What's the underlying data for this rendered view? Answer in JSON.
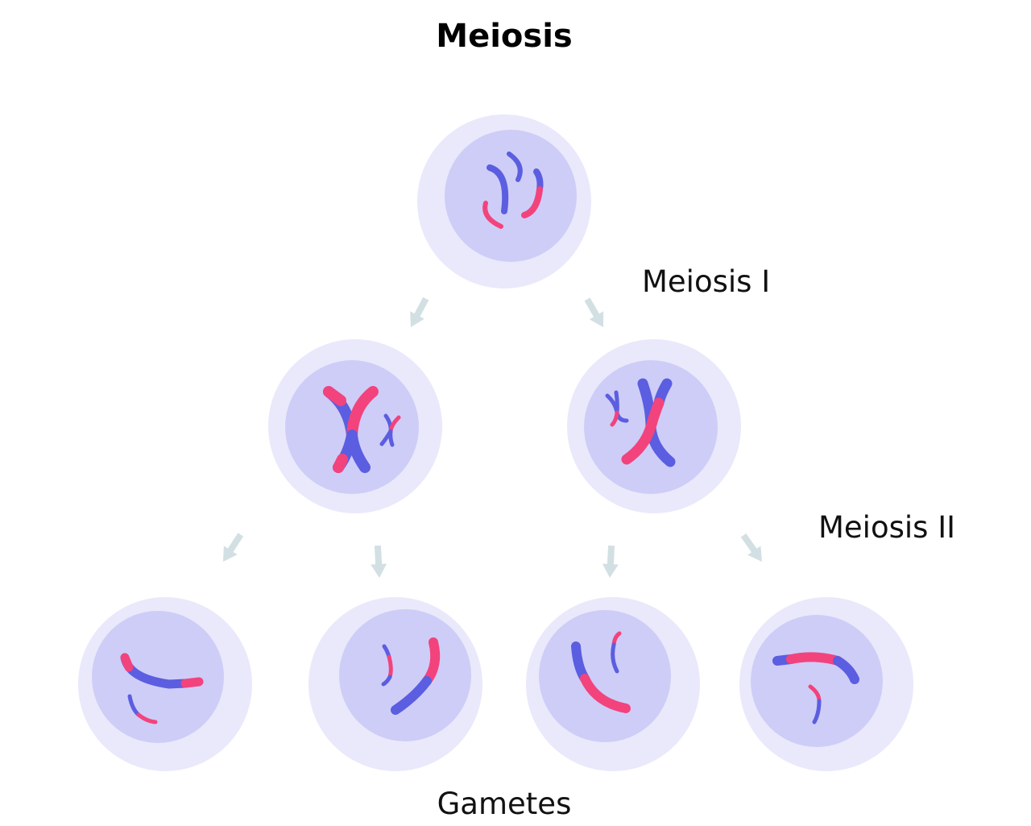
{
  "diagram": {
    "title": "Meiosis",
    "stage_labels": {
      "meiosis_1": "Meiosis I",
      "meiosis_2": "Meiosis II",
      "gametes": "Gametes"
    }
  },
  "colors": {
    "cell_outer": "#e9e9fb",
    "cell_inner": "#cecdf7",
    "chromosome_blue": "#5b5ee0",
    "chromosome_pink": "#f2437d",
    "arrow": "#d2e0e3",
    "text": "#000000"
  }
}
